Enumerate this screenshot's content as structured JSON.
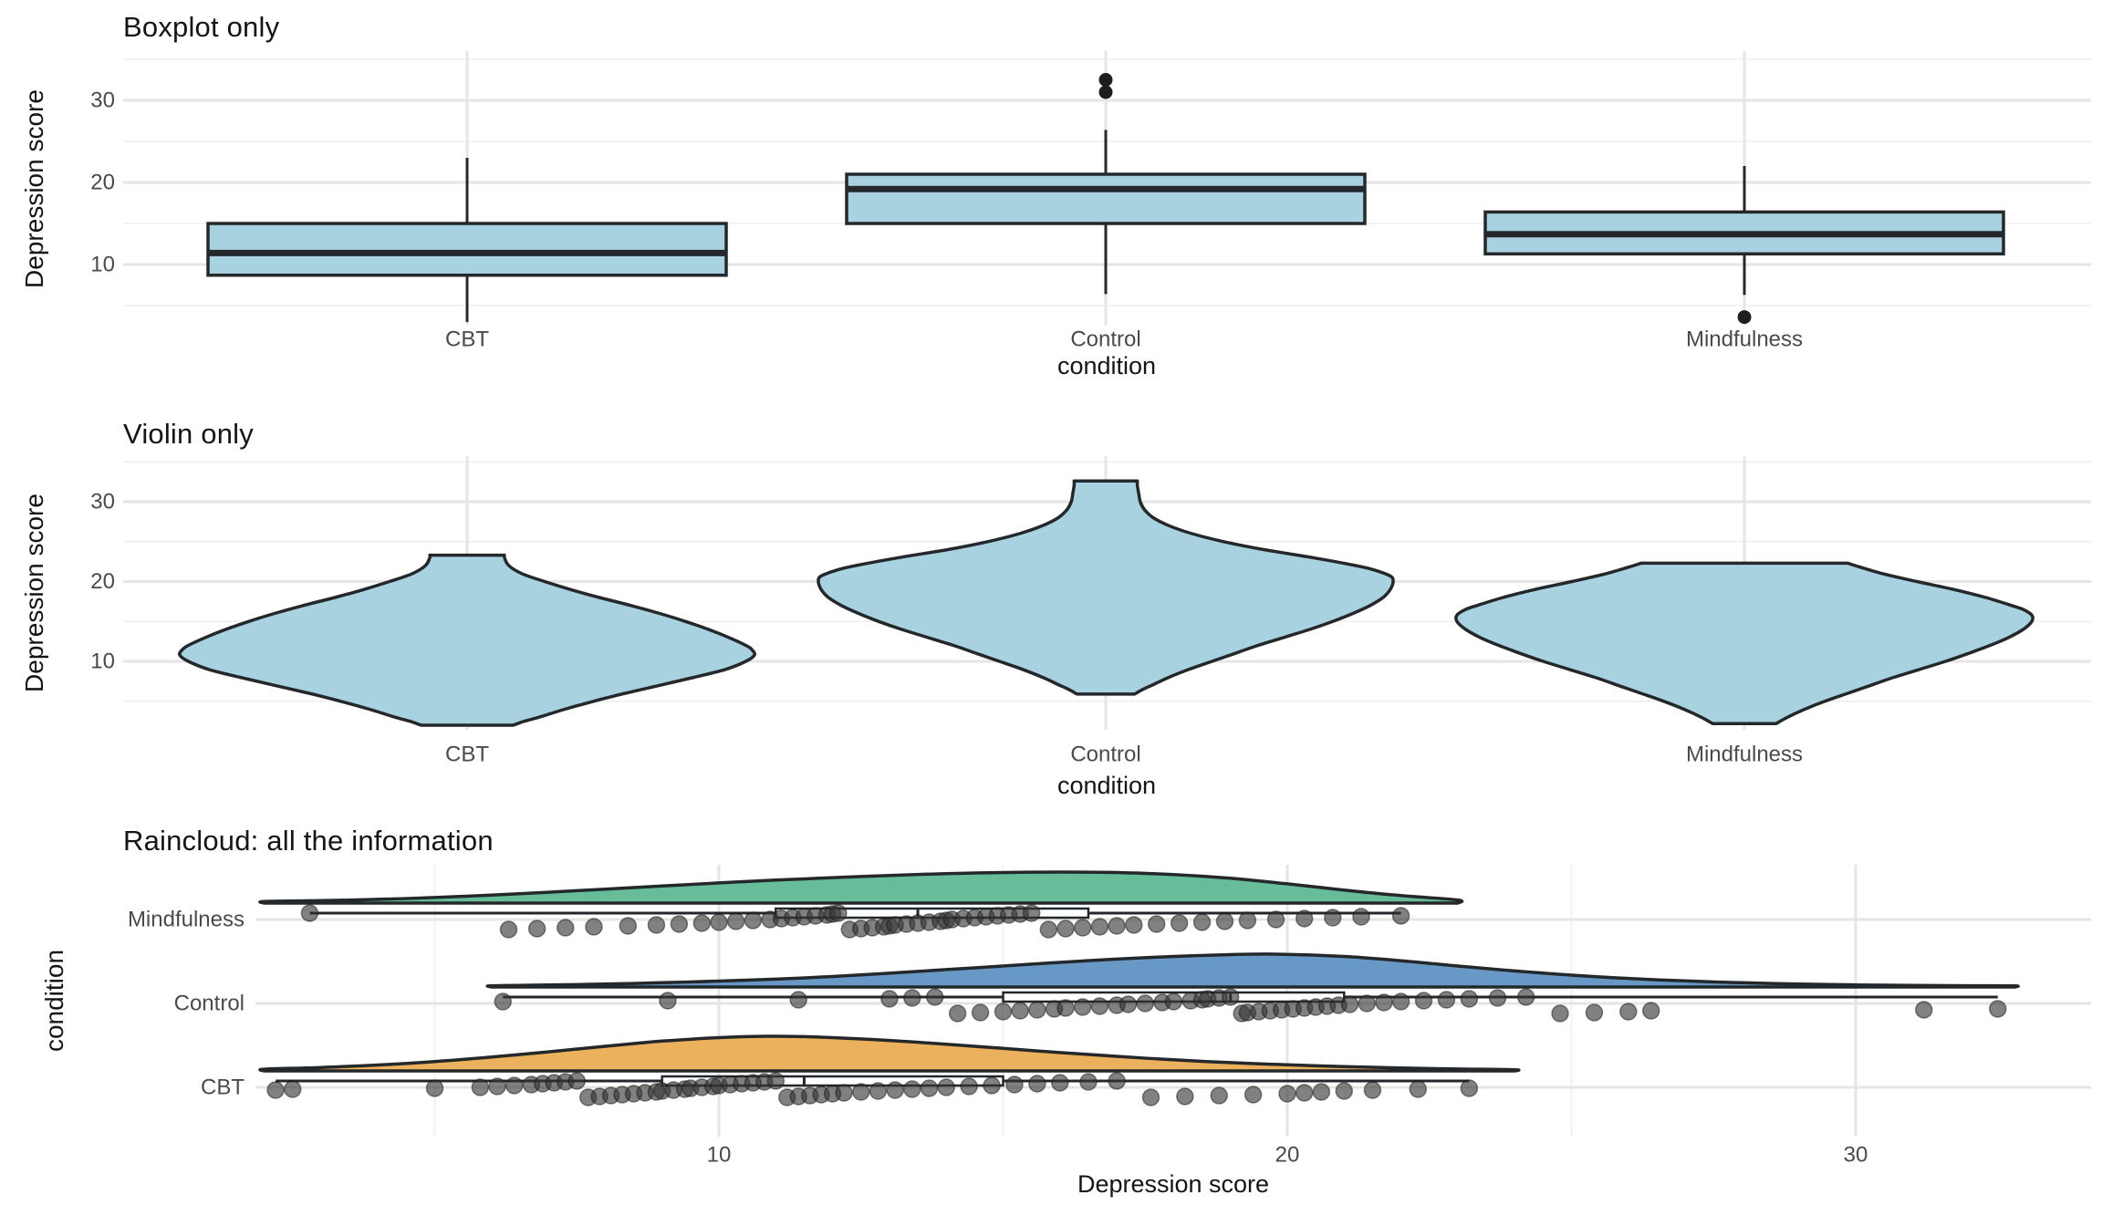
{
  "app": {
    "background": "#FFFFFF"
  },
  "palette": {
    "fill_lightblue": "#A9D2E0",
    "outline": "#24282B",
    "grid_major": "#E5E5E5",
    "grid_minor": "#F0F0F0",
    "tick_label": "#4A4A4A",
    "title": "#151515",
    "point": "#333333",
    "box_white": "#FFFFFF",
    "raincloud_colors": {
      "CBT": "#EBB15C",
      "Control": "#6899C6",
      "Mindfulness": "#67BD99"
    }
  },
  "chart_data": [
    {
      "type": "boxplot",
      "title": "Boxplot only",
      "xlabel": "condition",
      "ylabel": "Depression score",
      "y_ticks": [
        30,
        20,
        10
      ],
      "y_minor": [
        35,
        25,
        15,
        5
      ],
      "ylim": [
        2,
        36
      ],
      "categories": [
        "CBT",
        "Control",
        "Mindfulness"
      ],
      "groups": [
        {
          "name": "CBT",
          "whisker_low": 3.0,
          "q1": 8.7,
          "median": 11.4,
          "q3": 15.0,
          "whisker_high": 23.0,
          "outliers": []
        },
        {
          "name": "Control",
          "whisker_low": 6.4,
          "q1": 15.0,
          "median": 19.2,
          "q3": 21.0,
          "whisker_high": 26.4,
          "outliers": [
            31.0,
            32.5
          ]
        },
        {
          "name": "Mindfulness",
          "whisker_low": 6.3,
          "q1": 11.3,
          "median": 13.7,
          "q3": 16.4,
          "whisker_high": 22.0,
          "outliers": [
            3.6
          ]
        }
      ]
    },
    {
      "type": "violin",
      "title": "Violin only",
      "xlabel": "condition",
      "ylabel": "Depression score",
      "y_ticks": [
        30,
        20,
        10
      ],
      "y_minor": [
        35,
        25,
        15,
        5
      ],
      "ylim": [
        2,
        36
      ],
      "categories": [
        "CBT",
        "Control",
        "Mindfulness"
      ],
      "groups": [
        {
          "name": "CBT",
          "profile": [
            [
              2.0,
              0.16
            ],
            [
              2.5,
              0.2
            ],
            [
              3,
              0.25
            ],
            [
              4,
              0.34
            ],
            [
              5,
              0.44
            ],
            [
              6,
              0.55
            ],
            [
              7,
              0.67
            ],
            [
              8,
              0.79
            ],
            [
              9,
              0.9
            ],
            [
              10,
              0.97
            ],
            [
              10.8,
              1.0
            ],
            [
              11.5,
              0.99
            ],
            [
              12,
              0.97
            ],
            [
              13,
              0.91
            ],
            [
              14,
              0.84
            ],
            [
              15,
              0.76
            ],
            [
              16,
              0.67
            ],
            [
              17,
              0.57
            ],
            [
              18,
              0.46
            ],
            [
              19,
              0.36
            ],
            [
              20,
              0.27
            ],
            [
              21,
              0.19
            ],
            [
              22,
              0.145
            ],
            [
              23,
              0.13
            ],
            [
              23.3,
              0.13
            ]
          ]
        },
        {
          "name": "Control",
          "profile": [
            [
              5.9,
              0.1
            ],
            [
              6.5,
              0.13
            ],
            [
              7,
              0.16
            ],
            [
              8,
              0.22
            ],
            [
              9,
              0.29
            ],
            [
              10,
              0.37
            ],
            [
              11,
              0.45
            ],
            [
              12,
              0.53
            ],
            [
              13,
              0.62
            ],
            [
              14,
              0.71
            ],
            [
              15,
              0.79
            ],
            [
              16,
              0.86
            ],
            [
              17,
              0.92
            ],
            [
              18,
              0.965
            ],
            [
              19,
              0.99
            ],
            [
              20,
              1.0
            ],
            [
              20.7,
              0.99
            ],
            [
              21.5,
              0.93
            ],
            [
              22,
              0.87
            ],
            [
              23,
              0.72
            ],
            [
              24,
              0.55
            ],
            [
              25,
              0.41
            ],
            [
              26,
              0.3
            ],
            [
              27,
              0.22
            ],
            [
              28,
              0.165
            ],
            [
              29,
              0.135
            ],
            [
              30,
              0.12
            ],
            [
              31,
              0.115
            ],
            [
              32,
              0.11
            ],
            [
              32.6,
              0.11
            ]
          ]
        },
        {
          "name": "Mindfulness",
          "profile": [
            [
              2.2,
              0.11
            ],
            [
              3,
              0.15
            ],
            [
              4,
              0.21
            ],
            [
              5,
              0.28
            ],
            [
              6,
              0.36
            ],
            [
              7,
              0.44
            ],
            [
              8,
              0.52
            ],
            [
              9,
              0.61
            ],
            [
              10,
              0.7
            ],
            [
              11,
              0.78
            ],
            [
              12,
              0.855
            ],
            [
              13,
              0.92
            ],
            [
              14,
              0.97
            ],
            [
              15,
              1.0
            ],
            [
              15.8,
              1.0
            ],
            [
              16.5,
              0.97
            ],
            [
              17,
              0.93
            ],
            [
              18,
              0.84
            ],
            [
              19,
              0.73
            ],
            [
              20,
              0.6
            ],
            [
              21,
              0.48
            ],
            [
              22,
              0.385
            ],
            [
              22.3,
              0.36
            ]
          ]
        }
      ]
    },
    {
      "type": "raincloud",
      "title": "Raincloud: all the information",
      "xlabel": "Depression score",
      "ylabel": "condition",
      "x_ticks": [
        10,
        20,
        30
      ],
      "x_minor": [
        5,
        15,
        25
      ],
      "xlim": [
        1.8,
        34
      ],
      "categories": [
        "Mindfulness",
        "Control",
        "CBT"
      ],
      "groups": [
        {
          "name": "Mindfulness",
          "color": "#67BD99",
          "min": 2.8,
          "q1": 11.0,
          "median": 13.5,
          "q3": 16.5,
          "max": 22.0,
          "density": [
            [
              2,
              0.05
            ],
            [
              3,
              0.08
            ],
            [
              4,
              0.12
            ],
            [
              5,
              0.18
            ],
            [
              6,
              0.26
            ],
            [
              7,
              0.35
            ],
            [
              8,
              0.45
            ],
            [
              9,
              0.55
            ],
            [
              10,
              0.65
            ],
            [
              11,
              0.74
            ],
            [
              12,
              0.82
            ],
            [
              13,
              0.89
            ],
            [
              14,
              0.95
            ],
            [
              15,
              0.985
            ],
            [
              16,
              1.0
            ],
            [
              17,
              0.985
            ],
            [
              18,
              0.92
            ],
            [
              19,
              0.8
            ],
            [
              20,
              0.62
            ],
            [
              21,
              0.42
            ],
            [
              22,
              0.24
            ],
            [
              23,
              0.1
            ]
          ],
          "points": [
            2.8,
            6.3,
            6.8,
            7.3,
            7.8,
            8.4,
            8.9,
            9.3,
            9.7,
            10.0,
            10.3,
            10.6,
            10.9,
            11.1,
            11.3,
            11.5,
            11.7,
            11.9,
            12.0,
            12.1,
            12.3,
            12.5,
            12.7,
            12.9,
            13.0,
            13.1,
            13.3,
            13.5,
            13.7,
            13.9,
            14.0,
            14.1,
            14.3,
            14.5,
            14.7,
            14.9,
            15.1,
            15.3,
            15.5,
            15.8,
            16.1,
            16.4,
            16.7,
            17.0,
            17.3,
            17.7,
            18.1,
            18.5,
            18.9,
            19.3,
            19.8,
            20.3,
            20.8,
            21.3,
            22.0
          ]
        },
        {
          "name": "Control",
          "color": "#6899C6",
          "min": 6.2,
          "q1": 15.0,
          "median": 19.0,
          "q3": 21.0,
          "max": 32.5,
          "density": [
            [
              6,
              0.04
            ],
            [
              7,
              0.06
            ],
            [
              8,
              0.09
            ],
            [
              9,
              0.13
            ],
            [
              10,
              0.18
            ],
            [
              11,
              0.24
            ],
            [
              12,
              0.32
            ],
            [
              13,
              0.42
            ],
            [
              14,
              0.53
            ],
            [
              15,
              0.64
            ],
            [
              16,
              0.75
            ],
            [
              17,
              0.85
            ],
            [
              18,
              0.93
            ],
            [
              19,
              0.985
            ],
            [
              19.8,
              1.0
            ],
            [
              21,
              0.93
            ],
            [
              22,
              0.8
            ],
            [
              23,
              0.64
            ],
            [
              24,
              0.49
            ],
            [
              25,
              0.36
            ],
            [
              26,
              0.26
            ],
            [
              27,
              0.185
            ],
            [
              28,
              0.13
            ],
            [
              29,
              0.09
            ],
            [
              30,
              0.065
            ],
            [
              31,
              0.05
            ],
            [
              32,
              0.04
            ],
            [
              32.8,
              0.035
            ]
          ],
          "points": [
            6.2,
            9.1,
            11.4,
            13.0,
            13.4,
            13.8,
            14.2,
            14.6,
            15.0,
            15.3,
            15.6,
            15.9,
            16.1,
            16.4,
            16.7,
            17.0,
            17.2,
            17.5,
            17.8,
            18.0,
            18.3,
            18.5,
            18.6,
            18.8,
            19.0,
            19.2,
            19.3,
            19.5,
            19.7,
            19.9,
            20.1,
            20.3,
            20.5,
            20.7,
            20.9,
            21.1,
            21.4,
            21.7,
            22.0,
            22.4,
            22.8,
            23.2,
            23.7,
            24.2,
            24.8,
            25.4,
            26.0,
            26.4,
            31.2,
            32.5
          ]
        },
        {
          "name": "CBT",
          "color": "#EBB15C",
          "min": 2.2,
          "q1": 9.0,
          "median": 11.5,
          "q3": 15.0,
          "max": 23.2,
          "density": [
            [
              2,
              0.05
            ],
            [
              3,
              0.1
            ],
            [
              4,
              0.17
            ],
            [
              5,
              0.27
            ],
            [
              6,
              0.4
            ],
            [
              7,
              0.55
            ],
            [
              8,
              0.71
            ],
            [
              9,
              0.86
            ],
            [
              10,
              0.96
            ],
            [
              10.8,
              1.0
            ],
            [
              11.5,
              0.99
            ],
            [
              12,
              0.96
            ],
            [
              13,
              0.88
            ],
            [
              14,
              0.77
            ],
            [
              15,
              0.65
            ],
            [
              16,
              0.53
            ],
            [
              17,
              0.42
            ],
            [
              18,
              0.32
            ],
            [
              19,
              0.24
            ],
            [
              20,
              0.175
            ],
            [
              21,
              0.125
            ],
            [
              22,
              0.085
            ],
            [
              23,
              0.055
            ],
            [
              24,
              0.035
            ]
          ],
          "points": [
            2.2,
            2.5,
            5.0,
            5.8,
            6.1,
            6.4,
            6.7,
            6.9,
            7.1,
            7.3,
            7.5,
            7.7,
            7.9,
            8.1,
            8.3,
            8.5,
            8.7,
            8.9,
            9.0,
            9.2,
            9.4,
            9.5,
            9.7,
            9.9,
            10.0,
            10.2,
            10.4,
            10.6,
            10.8,
            11.0,
            11.2,
            11.4,
            11.6,
            11.8,
            12.0,
            12.2,
            12.5,
            12.8,
            13.1,
            13.4,
            13.7,
            14.0,
            14.4,
            14.8,
            15.2,
            15.6,
            16.0,
            16.5,
            17.0,
            17.6,
            18.2,
            18.8,
            19.4,
            20.0,
            20.3,
            20.6,
            21.0,
            21.5,
            22.3,
            23.2
          ]
        }
      ]
    }
  ]
}
